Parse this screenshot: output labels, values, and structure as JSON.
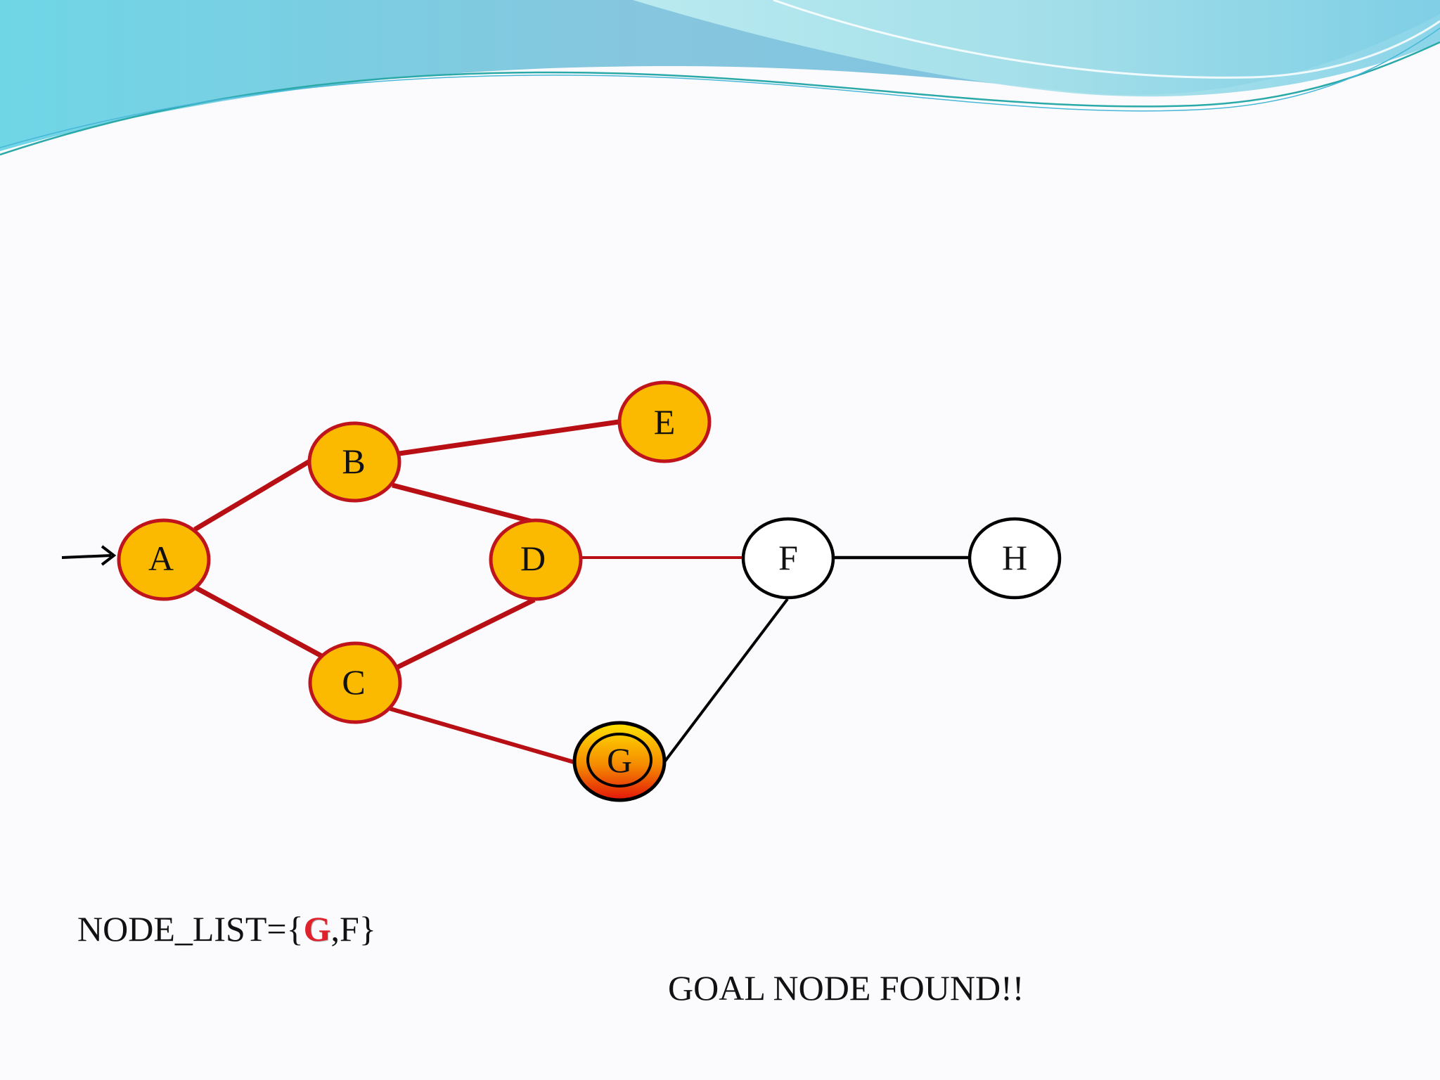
{
  "graph": {
    "nodes": [
      {
        "id": "A",
        "label": "A",
        "state": "visited"
      },
      {
        "id": "B",
        "label": "B",
        "state": "visited"
      },
      {
        "id": "C",
        "label": "C",
        "state": "visited"
      },
      {
        "id": "D",
        "label": "D",
        "state": "visited"
      },
      {
        "id": "E",
        "label": "E",
        "state": "visited"
      },
      {
        "id": "F",
        "label": "F",
        "state": "unvisited"
      },
      {
        "id": "G",
        "label": "G",
        "state": "goal"
      },
      {
        "id": "H",
        "label": "H",
        "state": "unvisited"
      }
    ],
    "edges": [
      {
        "from": "A",
        "to": "B",
        "state": "traversed"
      },
      {
        "from": "A",
        "to": "C",
        "state": "traversed"
      },
      {
        "from": "B",
        "to": "E",
        "state": "traversed"
      },
      {
        "from": "B",
        "to": "D",
        "state": "traversed"
      },
      {
        "from": "C",
        "to": "D",
        "state": "traversed"
      },
      {
        "from": "C",
        "to": "G",
        "state": "traversed"
      },
      {
        "from": "D",
        "to": "F",
        "state": "traversed"
      },
      {
        "from": "F",
        "to": "H",
        "state": "untraversed"
      },
      {
        "from": "F",
        "to": "G",
        "state": "untraversed"
      }
    ],
    "start_node": "A"
  },
  "node_list": {
    "prefix": "NODE_LIST={",
    "current": "G",
    "rest": ",F}"
  },
  "goal_message": "GOAL NODE FOUND!!",
  "colors": {
    "visited_fill": "#fbb900",
    "visited_stroke": "#c0141c",
    "unvisited_fill": "#ffffff",
    "unvisited_stroke": "#000000",
    "traversed_edge": "#b80f14",
    "untraversed_edge": "#000000",
    "goal_gradient_top": "#ffe200",
    "goal_gradient_bottom": "#e2140a",
    "goal_highlight_text": "#e0202a"
  }
}
